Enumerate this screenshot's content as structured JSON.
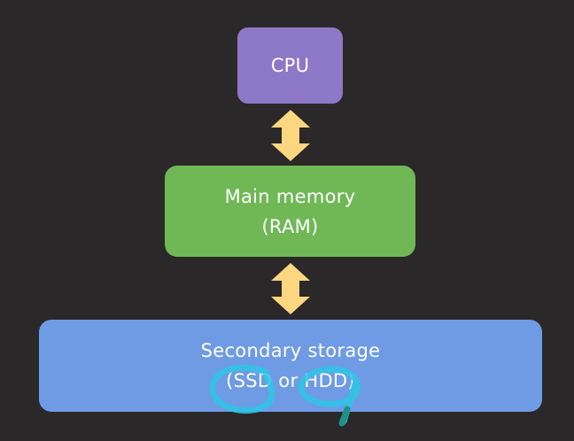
{
  "diagram": {
    "nodes": [
      {
        "id": "cpu",
        "lines": [
          "CPU"
        ],
        "color": "#8e78c8"
      },
      {
        "id": "ram",
        "lines": [
          "Main memory",
          "(RAM)"
        ],
        "color": "#70b856"
      },
      {
        "id": "storage",
        "lines": [
          "Secondary storage",
          "(SSD or HDD)"
        ],
        "color": "#6e9be4"
      }
    ],
    "edges": [
      {
        "from": "cpu",
        "to": "ram",
        "type": "bidirectional",
        "color": "#fcd77f"
      },
      {
        "from": "ram",
        "to": "storage",
        "type": "bidirectional",
        "color": "#fcd77f"
      }
    ],
    "annotation": {
      "type": "hand-drawn-circles",
      "color": "#2ec5e6",
      "targets": [
        "SSD",
        "HDD"
      ]
    },
    "background": "#2b2829"
  }
}
